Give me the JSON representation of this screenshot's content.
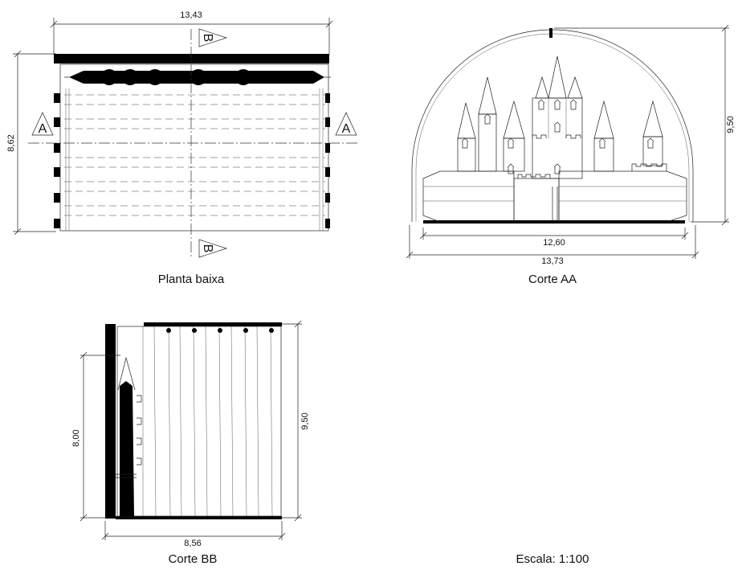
{
  "plan": {
    "caption": "Planta baixa",
    "width_dim": "13,43",
    "depth_dim": "8,62",
    "section_a_label": "A",
    "section_b_label": "B"
  },
  "section_aa": {
    "caption": "Corte AA",
    "inner_width_dim": "12,60",
    "outer_width_dim": "13,73",
    "height_dim": "9,50"
  },
  "section_bb": {
    "caption": "Corte BB",
    "width_dim": "8,56",
    "inner_height_dim": "8,00",
    "height_dim": "9,50"
  },
  "scale": {
    "text": "Escala: 1:100"
  }
}
